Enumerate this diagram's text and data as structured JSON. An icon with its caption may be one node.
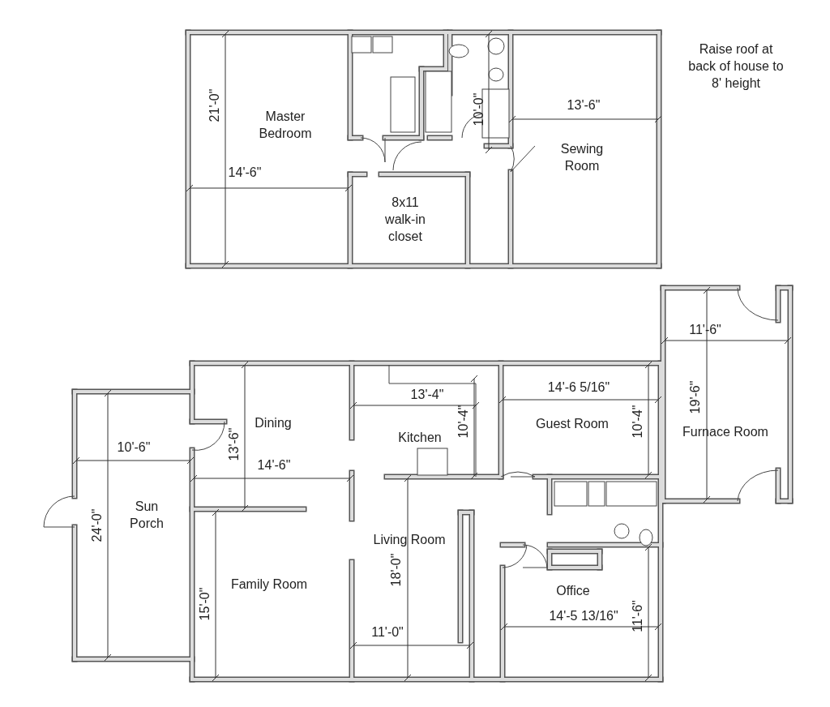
{
  "diagram": {
    "nodes": [
      {
        "text": [
          "Master Bedroom"
        ]
      },
      {
        "text": [
          "8x11 walk-in closet"
        ]
      },
      {
        "text": [
          "Sewing Room"
        ]
      },
      {
        "text": [
          "Dining"
        ]
      },
      {
        "text": [
          "Kitchen"
        ]
      },
      {
        "text": [
          "Guest Room"
        ]
      },
      {
        "text": [
          "Furnace Room"
        ]
      },
      {
        "text": [
          "Sun Porch"
        ]
      },
      {
        "text": [
          "Living Room"
        ]
      },
      {
        "text": [
          "Family Room"
        ]
      },
      {
        "text": [
          "Office"
        ]
      }
    ],
    "edges": [],
    "labels": [
      "Raise roof at back of house to 8' height",
      "21'-0\"",
      "10'-0\"",
      "13'-6\"",
      "14'-6\"",
      "11'-6\"",
      "19'-6\"",
      "13'-4\"",
      "14'-6 5/16\"",
      "10'-4\"",
      "10'-4\"",
      "13'-6\"",
      "10'-6\"",
      "14'-6\"",
      "24'-0\"",
      "18'-0\"",
      "15'-0\"",
      "11'-0\"",
      "14'-5 13/16\"",
      "11'-6\""
    ]
  }
}
